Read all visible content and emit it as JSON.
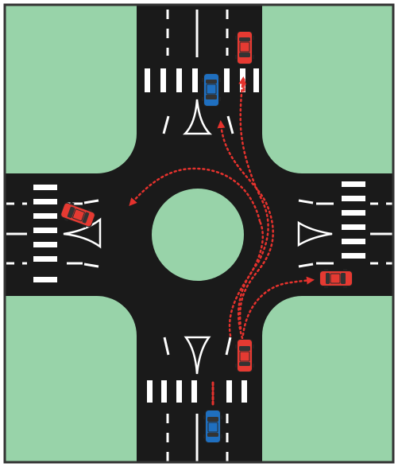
{
  "diagram": {
    "kind": "roundabout-intersection",
    "colors": {
      "grass": "#98d3a9",
      "road": "#1a1a1a",
      "markings": "#ffffff",
      "frame": "#333333",
      "path_arrow": "#e5322d",
      "car_red": "#e53a32",
      "car_blue": "#1f6fbf",
      "car_glass": "#333333"
    },
    "vehicles": [
      {
        "id": "north-red-car",
        "color": "red",
        "heading": "south"
      },
      {
        "id": "north-blue-car",
        "color": "blue",
        "heading": "south"
      },
      {
        "id": "west-red-car",
        "color": "red",
        "heading": "west"
      },
      {
        "id": "east-red-car",
        "color": "red",
        "heading": "east"
      },
      {
        "id": "south-red-car",
        "color": "red",
        "heading": "north"
      },
      {
        "id": "south-blue-car",
        "color": "blue",
        "heading": "north"
      }
    ],
    "paths": [
      {
        "id": "path-south-to-west",
        "from": "south",
        "to": "west"
      },
      {
        "id": "path-south-to-north",
        "from": "south",
        "to": "north"
      },
      {
        "id": "path-south-to-east",
        "from": "south",
        "to": "east"
      }
    ]
  }
}
